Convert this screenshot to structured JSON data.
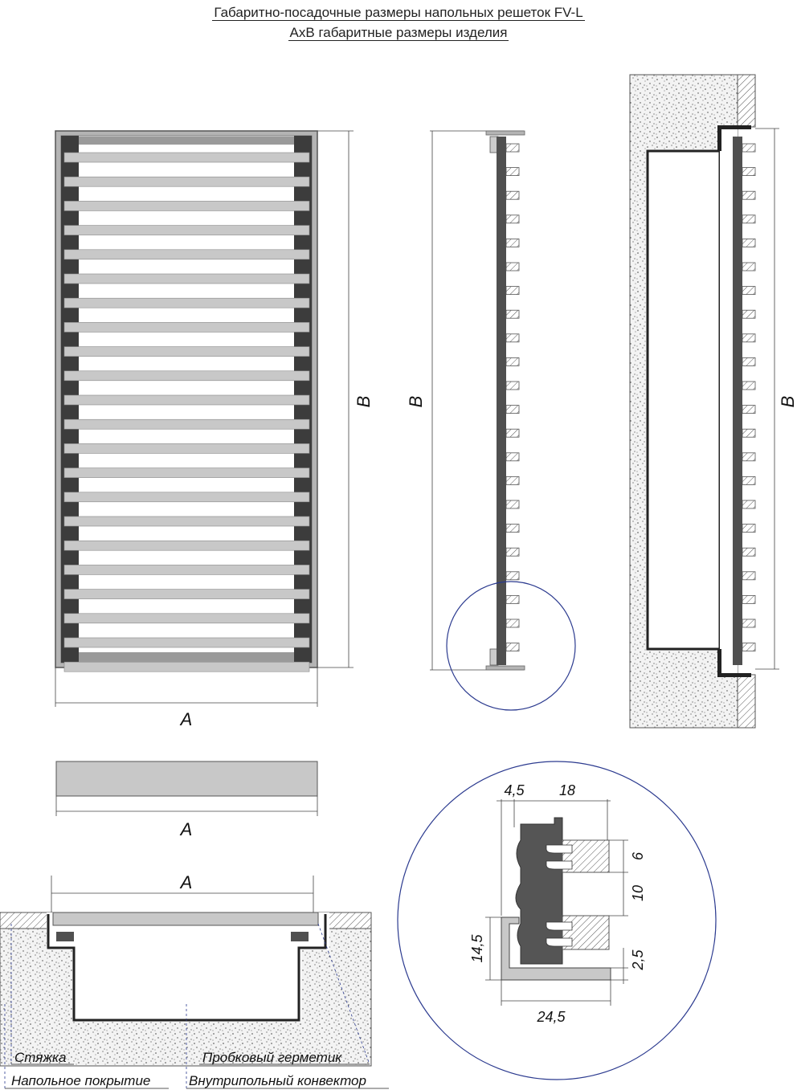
{
  "title": {
    "line1": "Габаритно-посадочные размеры напольных решеток FV-L",
    "line2": "AxB габаритные размеры изделия"
  },
  "dims": {
    "A": "A",
    "B": "B",
    "detail_4_5": "4,5",
    "detail_18": "18",
    "detail_6": "6",
    "detail_10": "10",
    "detail_14_5": "14,5",
    "detail_2_5": "2,5",
    "detail_24_5": "24,5"
  },
  "labels": {
    "screed": "Стяжка",
    "floor_covering": "Напольное покрытие",
    "cork_sealant": "Пробковый герметик",
    "convector": "Внутрипольный конвектор"
  },
  "colors": {
    "frame": "#b4b4b4",
    "bar_light": "#c8c8c8",
    "bar_dark": "#3c3c3c",
    "profile": "#555555",
    "concrete": "#f2f2f2",
    "detail_circle": "#2b3a8f"
  }
}
